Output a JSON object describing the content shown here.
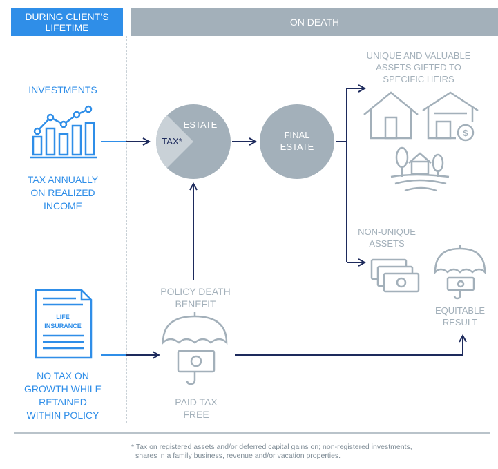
{
  "header": {
    "left_label": "DURING CLIENT’S LIFETIME",
    "right_label": "ON DEATH"
  },
  "investments": {
    "title": "INVESTMENTS",
    "note_lines": [
      "TAX ANNUALLY",
      "ON REALIZED",
      "INCOME"
    ]
  },
  "life_insurance": {
    "doc_lines": [
      "LIFE",
      "INSURANCE"
    ],
    "note_lines": [
      "NO TAX ON",
      "GROWTH WHILE",
      "RETAINED",
      "WITHIN POLICY"
    ]
  },
  "estate": {
    "estate_label": "ESTATE",
    "tax_label": "TAX*"
  },
  "final_estate": {
    "lines": [
      "FINAL",
      "ESTATE"
    ]
  },
  "policy_benefit": {
    "title_lines": [
      "POLICY DEATH",
      "BENEFIT"
    ],
    "note_lines": [
      "PAID TAX",
      "FREE"
    ]
  },
  "unique_assets": {
    "lines": [
      "UNIQUE AND VALUABLE",
      "ASSETS GIFTED TO",
      "SPECIFIC HEIRS"
    ]
  },
  "non_unique_assets": {
    "lines": [
      "NON-UNIQUE",
      "ASSETS"
    ]
  },
  "equitable": {
    "lines": [
      "EQUITABLE",
      "RESULT"
    ]
  },
  "footnote": {
    "lines": [
      "* Tax on registered assets and/or deferred capital gains on; non-registered investments,",
      "shares in a family business, revenue and/or vacation properties."
    ]
  },
  "colors": {
    "blue": "#2f8ee8",
    "gray": "#a3b0ba",
    "navy": "#1d2a5c",
    "light_gray": "#c9d1d7"
  }
}
